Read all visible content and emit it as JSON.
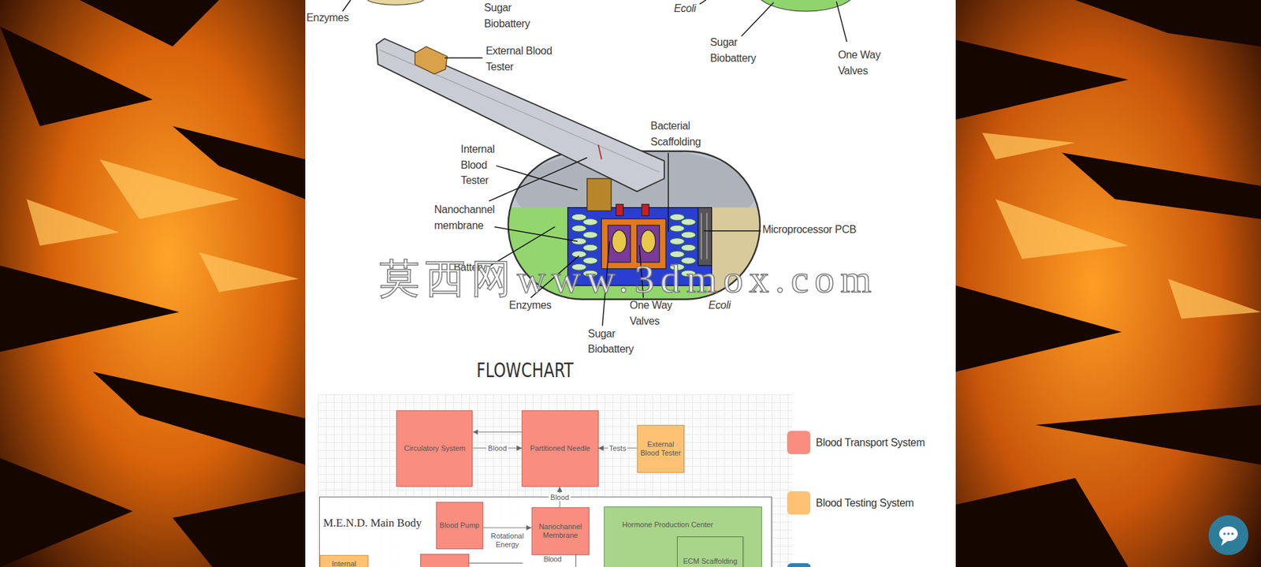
{
  "diagram": {
    "title": "FLOWCHART",
    "nodes": [
      {
        "text": [
          "Circulatory System"
        ]
      },
      {
        "text": [
          "Partitioned Needle"
        ]
      },
      {
        "text": [
          "External Blood Tester"
        ]
      },
      {
        "text": [
          "M.E.N.D. Main Body"
        ]
      },
      {
        "text": [
          "Blood Pump"
        ],
        "in": 3
      },
      {
        "text": [
          "Nanochannel Membrane"
        ],
        "in": 3
      },
      {
        "text": [
          "Internal"
        ],
        "in": 3
      },
      {
        "text": [
          "Hormone Production Center"
        ],
        "in": 3
      },
      {
        "text": [
          "ECM Scaffolding"
        ],
        "in": 7
      }
    ],
    "edges": [
      {
        "from": 1,
        "to": 0,
        "arrow": "to"
      },
      {
        "from": 0,
        "to": 1,
        "label": "Blood",
        "arrow": "to"
      },
      {
        "from": 2,
        "to": 1,
        "label": "Tests",
        "arrow": "to"
      },
      {
        "from": 5,
        "to": 1,
        "label": "Blood",
        "arrow": "to"
      },
      {
        "from": 4,
        "to": 5,
        "label": "Rotational Energy",
        "arrow": "to"
      }
    ],
    "labels": [
      "Enzymes",
      "Sugar Biobattery",
      "Ecoli",
      "Sugar Biobattery",
      "One Way Valves",
      "External Blood Tester",
      "Bacterial Scaffolding",
      "Internal Blood Tester",
      "Nanochannel membrane",
      "Microprocessor PCB",
      "Battery",
      "Enzymes",
      "One Way Valves",
      "Ecoli",
      "Sugar Biobattery",
      "莫西网www.3dmox.com",
      "Blood"
    ],
    "legend": [
      {
        "text": "Blood Transport System",
        "color": "#f98d7f"
      },
      {
        "text": "Blood Testing System",
        "color": "#fec272"
      }
    ]
  }
}
